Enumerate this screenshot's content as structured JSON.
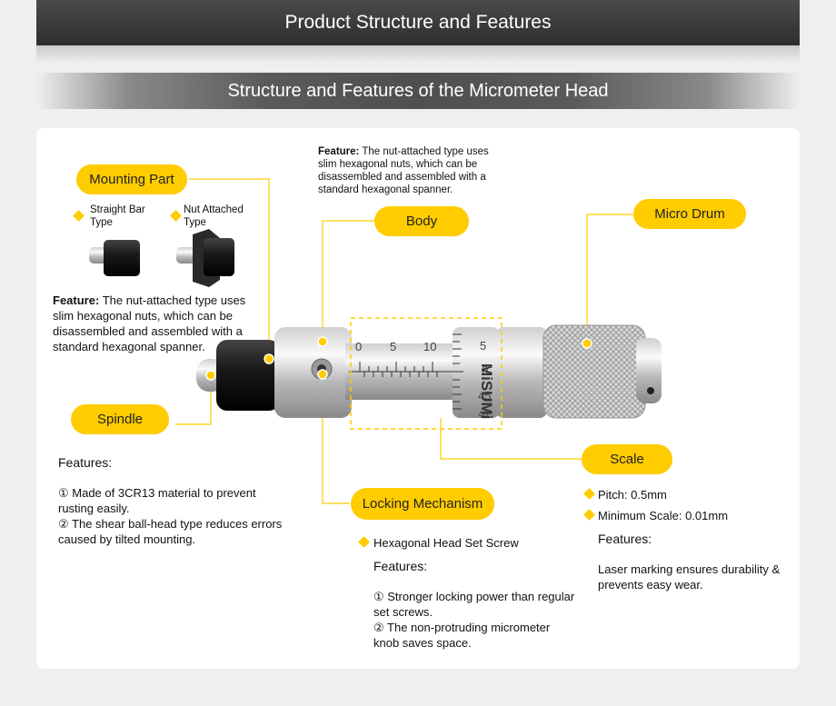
{
  "header": {
    "title": "Product Structure and Features"
  },
  "subheader": {
    "title": "Structure and Features of the Micrometer Head"
  },
  "mounting": {
    "label": "Mounting Part",
    "type1": "Straight Bar Type",
    "type2": "Nut Attached Type",
    "feature_lead": "Feature:",
    "feature_text": "The nut-attached type uses slim hexagonal nuts, which can be disassembled and assembled with a standard hexagonal spanner."
  },
  "top_note": {
    "lead": "Feature:",
    "text": "The nut-attached type uses slim hexagonal nuts, which can be disassembled and assembled with a standard hexagonal spanner."
  },
  "body_label": "Body",
  "micro_drum_label": "Micro Drum",
  "spindle": {
    "label": "Spindle",
    "features_title": "Features:",
    "items": [
      "① Made of 3CR13 material to prevent rusting easily.",
      "② The shear ball-head type reduces errors caused by tilted mounting."
    ]
  },
  "scale": {
    "label": "Scale",
    "pitch": "Pitch: 0.5mm",
    "min_scale": "Minimum Scale: 0.01mm",
    "features_title": "Features:",
    "feature_text": "Laser marking ensures durability & prevents easy wear."
  },
  "locking": {
    "label": "Locking Mechanism",
    "item": "Hexagonal Head Set Screw",
    "features_title": "Features:",
    "items": [
      "① Stronger locking power than regular set screws.",
      "② The non-protruding micrometer knob saves space."
    ]
  },
  "micrometer_markings": {
    "brand": "MiSUMi",
    "sleeve_ticks": [
      "0",
      "5",
      "10"
    ],
    "drum_numbers": [
      "5",
      "0",
      "45",
      "40"
    ]
  },
  "colors": {
    "accent": "#ffcc00",
    "header_dark": "#3a3a3a"
  }
}
